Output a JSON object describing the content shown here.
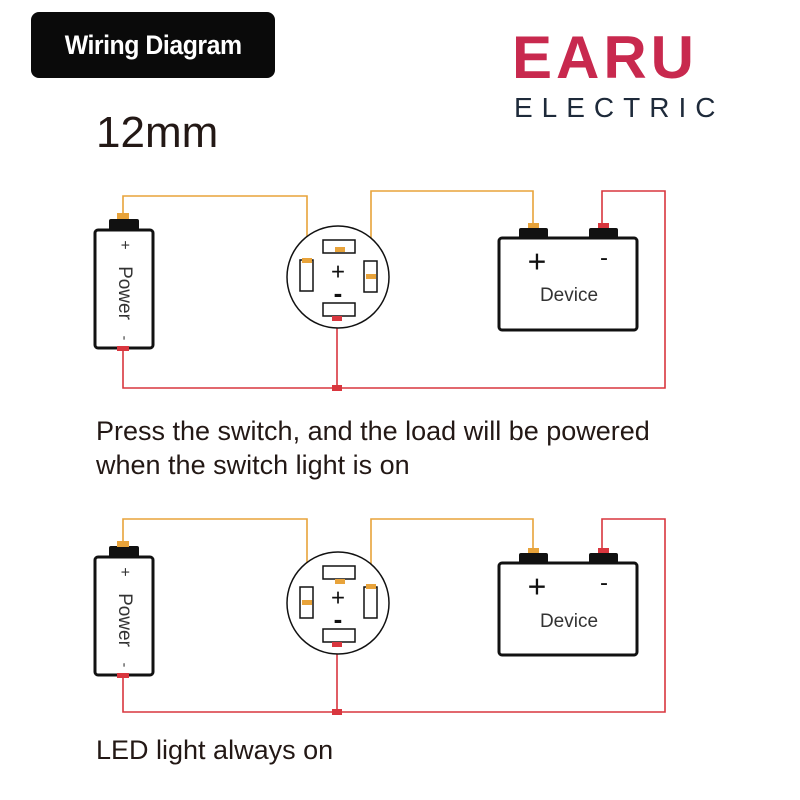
{
  "header": {
    "badge_label": "Wiring Diagram",
    "size_label": "12mm"
  },
  "logo": {
    "brand": "EARU",
    "sub": "ELECTRIC",
    "brand_color": "#c8294e",
    "sub_color": "#1e2a3a"
  },
  "colors": {
    "positive_wire": "#e8a33a",
    "negative_wire": "#d9363e",
    "outline": "#111111"
  },
  "diagrams": [
    {
      "id": "momentary",
      "power_label": "Power",
      "power_plus": "+",
      "power_minus": "-",
      "switch_plus": "+",
      "switch_minus": "-",
      "device_label": "Device",
      "device_plus": "+",
      "device_minus": "-",
      "caption_line1": "Press the switch, and the load will be powered",
      "caption_line2": "when the switch light is on"
    },
    {
      "id": "always_on",
      "power_label": "Power",
      "power_plus": "+",
      "power_minus": "-",
      "switch_plus": "+",
      "switch_minus": "-",
      "device_label": "Device",
      "device_plus": "+",
      "device_minus": "-",
      "caption_line1": "LED light always on"
    }
  ]
}
